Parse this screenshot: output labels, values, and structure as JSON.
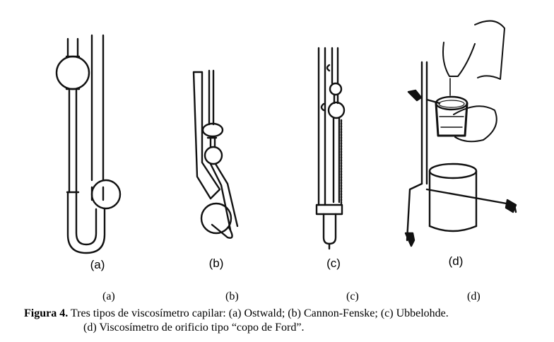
{
  "figure_labels": [
    "(a)",
    "(b)",
    "(c)",
    "(d)"
  ],
  "sub_labels": [
    "(a)",
    "(b)",
    "(c)",
    "(d)"
  ],
  "caption": {
    "prefix": "Figura 4.",
    "line1": " Tres tipos de viscosímetro capilar: (a) Ostwald; (b) Cannon-Fenske; (c) Ubbelohde.",
    "line2": "(d) Viscosímetro de orificio tipo “copo de Ford”."
  }
}
